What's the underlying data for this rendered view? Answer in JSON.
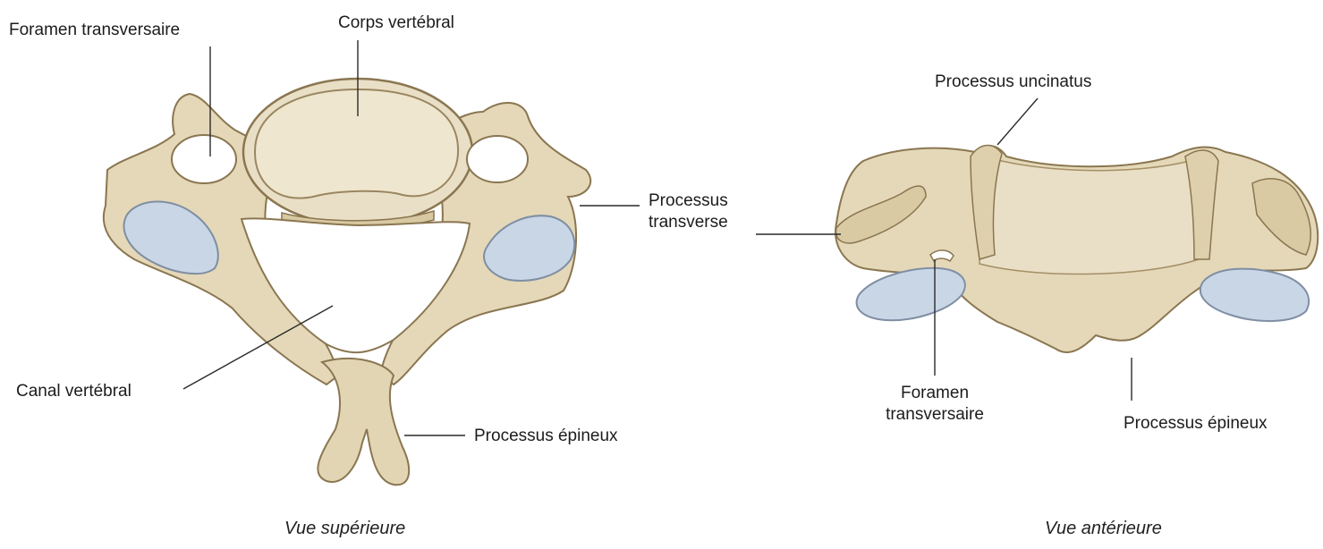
{
  "superior_view": {
    "title": "Vue supérieure",
    "labels": {
      "foramen_transversaire": "Foramen transversaire",
      "corps_vertebral": "Corps vertébral",
      "processus_transverse_line1": "Processus",
      "processus_transverse_line2": "transverse",
      "canal_vertebral": "Canal vertébral",
      "processus_epineux": "Processus épineux"
    }
  },
  "anterior_view": {
    "title": "Vue antérieure",
    "labels": {
      "processus_uncinatus": "Processus uncinatus",
      "foramen_transversaire_line1": "Foramen",
      "foramen_transversaire_line2": "transversaire",
      "processus_epineux": "Processus épineux"
    }
  },
  "colors": {
    "bone": "#e4d8b8",
    "bone_shadow": "#c7b48a",
    "bone_outline": "#8a7650",
    "cartilage": "#c9d6e6",
    "cartilage_outline": "#7f8ea3",
    "body_surface": "#e9dfc6"
  }
}
